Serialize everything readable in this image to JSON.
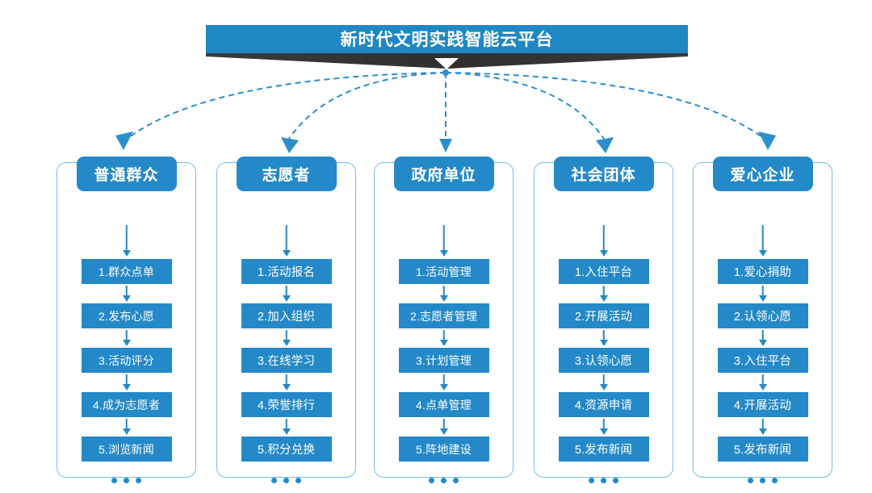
{
  "header": {
    "title": "新时代文明实践智能云平台",
    "banner_color": "#1f88c4",
    "chevron_color": "#333333"
  },
  "theme": {
    "box_blue": "#2489c8",
    "outline_blue": "#73bce4",
    "connector_blue": "#2b8fcc",
    "text_white": "#ffffff"
  },
  "ellipsis_label": "...",
  "columns": [
    {
      "id": "col-general-public",
      "header": "普通群众",
      "items": [
        "1.群众点单",
        "2.发布心愿",
        "3.活动评分",
        "4.成为志愿者",
        "5.浏览新闻"
      ]
    },
    {
      "id": "col-volunteer",
      "header": "志愿者",
      "items": [
        "1.活动报名",
        "2.加入组织",
        "3.在线学习",
        "4.荣誉排行",
        "5.积分兑换"
      ]
    },
    {
      "id": "col-government-unit",
      "header": "政府单位",
      "items": [
        "1.活动管理",
        "2.志愿者管理",
        "3.计划管理",
        "4.点单管理",
        "5.阵地建设"
      ]
    },
    {
      "id": "col-social-group",
      "header": "社会团体",
      "items": [
        "1.入住平台",
        "2.开展活动",
        "3.认领心愿",
        "4.资源申请",
        "5.发布新闻"
      ]
    },
    {
      "id": "col-charity-enterprise",
      "header": "爱心企业",
      "items": [
        "1.爱心捐助",
        "2.认领心愿",
        "3.入住平台",
        "4.开展活动",
        "5.发布新闻"
      ]
    }
  ]
}
